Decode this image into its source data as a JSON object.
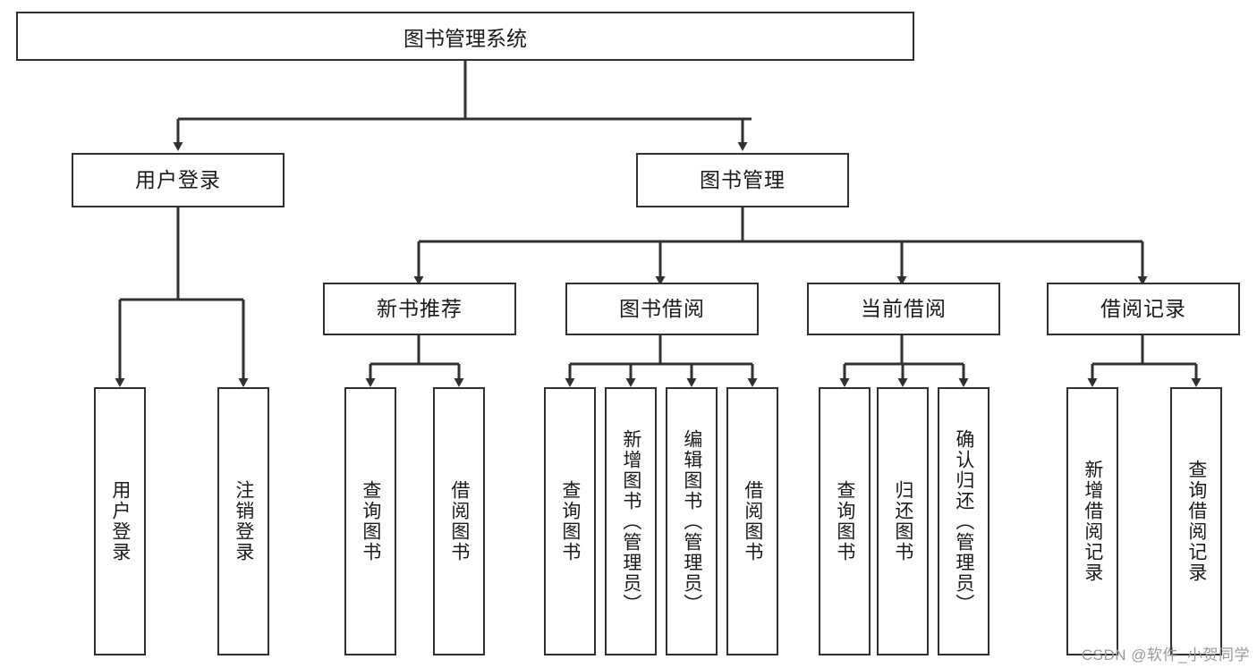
{
  "diagram": {
    "title": "图书管理系统",
    "root": {
      "label": "图书管理系统"
    },
    "level2": [
      {
        "label": "用户登录"
      },
      {
        "label": "图书管理"
      }
    ],
    "level3": [
      {
        "label": "新书推荐"
      },
      {
        "label": "图书借阅"
      },
      {
        "label": "当前借阅"
      },
      {
        "label": "借阅记录"
      }
    ],
    "leaves": {
      "user_login": [
        {
          "label": "用户登录"
        },
        {
          "label": "注销登录"
        }
      ],
      "new_book_recommend": [
        {
          "label": "查询图书"
        },
        {
          "label": "借阅图书"
        }
      ],
      "book_borrow": [
        {
          "label": "查询图书"
        },
        {
          "label": "新增图书（管理员）"
        },
        {
          "label": "编辑图书（管理员）"
        },
        {
          "label": "借阅图书"
        }
      ],
      "current_borrow": [
        {
          "label": "查询图书"
        },
        {
          "label": "归还图书"
        },
        {
          "label": "确认归还（管理员）"
        }
      ],
      "borrow_record": [
        {
          "label": "新增借阅记录"
        },
        {
          "label": "查询借阅记录"
        }
      ]
    }
  },
  "watermark": {
    "text": "CSDN @软件_小贺同学"
  },
  "colors": {
    "stroke": "#303030",
    "background": "#ffffff",
    "text": "#1a1a1a",
    "watermark": "#9a9a9a"
  }
}
